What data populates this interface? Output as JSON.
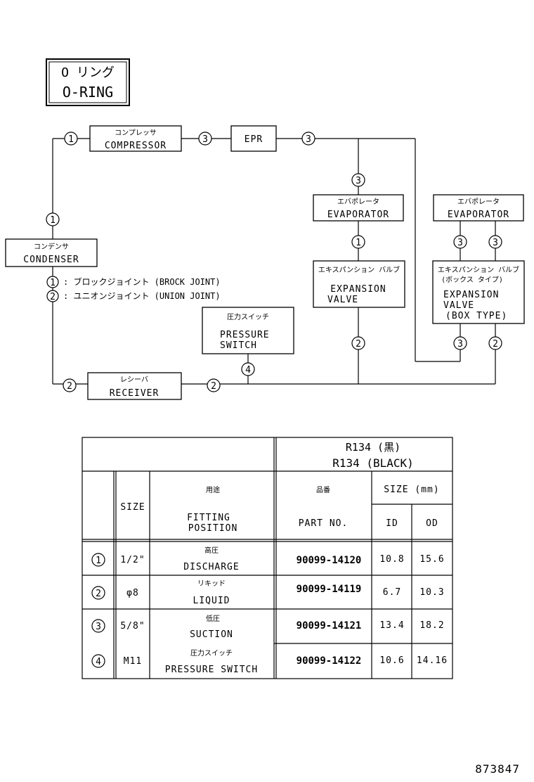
{
  "title": {
    "jp": "O リング",
    "en": "O-RING"
  },
  "components": {
    "compressor": {
      "jp": "コンプレッサ",
      "en": "COMPRESSOR"
    },
    "epr": {
      "en": "EPR"
    },
    "evaporator_1": {
      "jp": "エバポレータ",
      "en": "EVAPORATOR"
    },
    "evaporator_2": {
      "jp": "エバポレータ",
      "en": "EVAPORATOR"
    },
    "condenser": {
      "jp": "コンデンサ",
      "en": "CONDENSER"
    },
    "expansion_valve_1": {
      "jp": "エキスパンション バルブ",
      "en1": "EXPANSION",
      "en2": "VALVE"
    },
    "expansion_valve_2": {
      "jp1": "エキスパンション バルブ",
      "jp2": "(ボックス タイプ)",
      "en1": "EXPANSION",
      "en2": "VALVE",
      "en3": "(BOX TYPE)"
    },
    "pressure_switch": {
      "jp": "圧力スイッチ",
      "en1": "PRESSURE",
      "en2": "SWITCH"
    },
    "receiver": {
      "jp": "レシーバ",
      "en": "RECEIVER"
    }
  },
  "markers": {
    "one": "1",
    "two": "2",
    "three": "3",
    "four": "4"
  },
  "legend": [
    {
      "num": "1",
      "text": ": ブロックジョイント (BROCK JOINT)"
    },
    {
      "num": "2",
      "text": ": ユニオンジョイント (UNION JOINT)"
    }
  ],
  "table": {
    "refrigerant_jp": "R134 (黒)",
    "refrigerant_en": "R134 (BLACK)",
    "header": {
      "size": "SIZE",
      "fitting_jp": "用途",
      "fitting_en1": "FITTING",
      "fitting_en2": "POSITION",
      "part_jp": "品番",
      "part_en": "PART NO.",
      "size_mm": "SIZE (mm)",
      "id": "ID",
      "od": "OD"
    },
    "rows": [
      {
        "num": "1",
        "size": "1/2\"",
        "jp": "高圧",
        "en": "DISCHARGE",
        "part": "90099-14120",
        "id": "10.8",
        "od": "15.6"
      },
      {
        "num": "2",
        "size": "φ8",
        "jp": "リキッド",
        "en": "LIQUID",
        "part": "90099-14119",
        "id": "6.7",
        "od": "10.3"
      },
      {
        "num": "3",
        "size": "5/8\"",
        "jp": "低圧",
        "en": "SUCTION",
        "part": "90099-14121",
        "id": "13.4",
        "od": "18.2"
      },
      {
        "num": "4",
        "size": "M11",
        "jp": "圧力スイッチ",
        "en": "PRESSURE SWITCH",
        "part": "90099-14122",
        "id": "10.6",
        "od": "14.16"
      }
    ]
  },
  "figure_number": "873847"
}
